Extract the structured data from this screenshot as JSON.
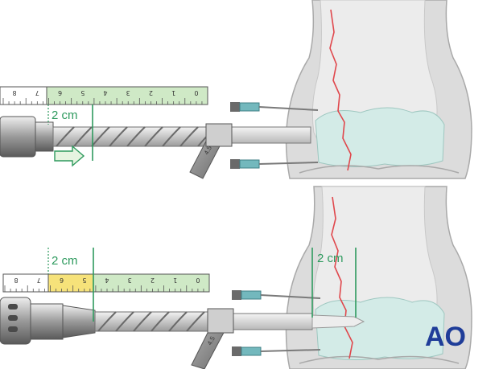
{
  "panels": [
    {
      "id": "top",
      "ruler_numbers": [
        "8",
        "7",
        "6",
        "5",
        "4",
        "3",
        "2",
        "1",
        "0"
      ],
      "measurement_label": "2 cm",
      "drill_guide_marking": "4.5"
    },
    {
      "id": "bottom",
      "ruler_numbers": [
        "8",
        "7",
        "6",
        "5",
        "4",
        "3",
        "2",
        "1",
        "0"
      ],
      "measurement_label_left": "2 cm",
      "measurement_label_right": "2 cm",
      "drill_guide_marking": "4.5"
    }
  ],
  "logo_text": "AO",
  "colors": {
    "measure_green": "#2e9a5e",
    "ruler_green": "#cfe9c6",
    "ruler_yellow": "#f6e27a",
    "fracture_red": "#e0474c",
    "bone_gray": "#dcdcdc",
    "cartilage_teal": "#d3ebe7",
    "logo_blue": "#1f3d99"
  }
}
